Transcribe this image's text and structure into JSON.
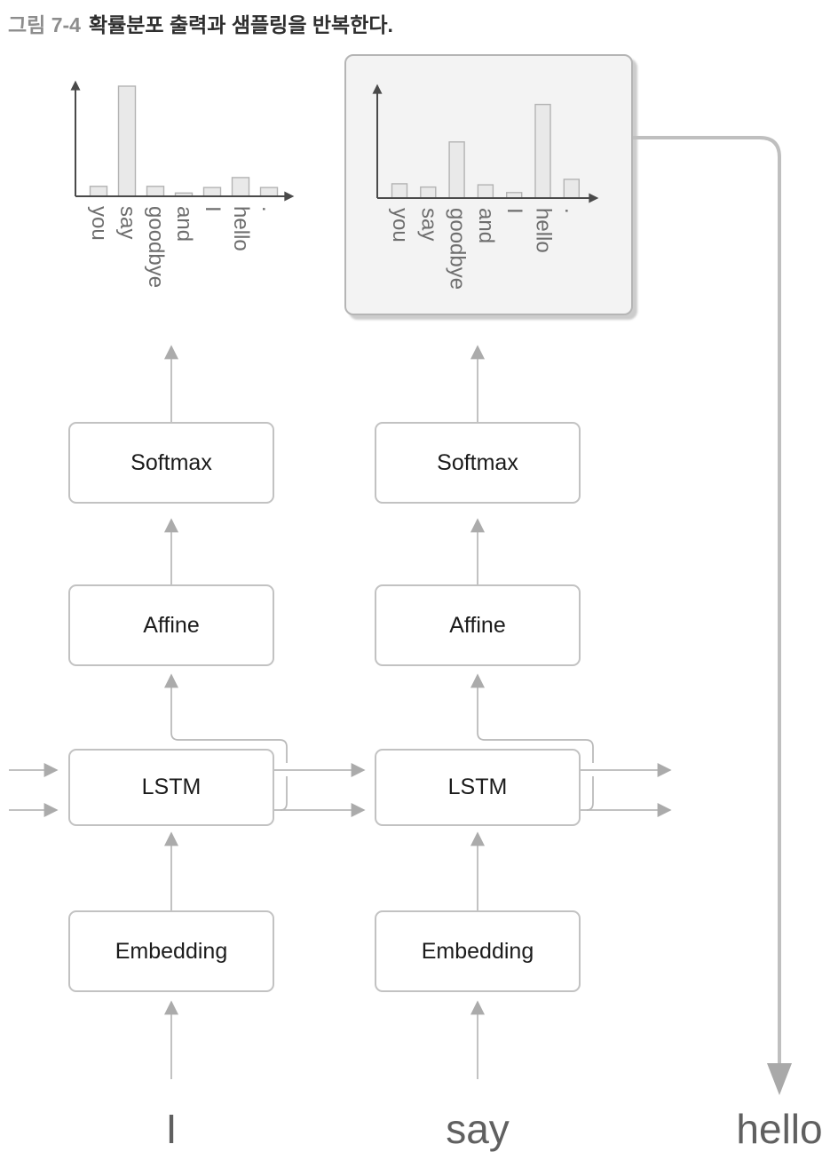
{
  "figure": {
    "label": "그림 7-4",
    "caption": "확률분포 출력과 샘플링을 반복한다."
  },
  "model": {
    "layer_labels": {
      "softmax": "Softmax",
      "affine": "Affine",
      "lstm": "LSTM",
      "embedding": "Embedding"
    },
    "inputs": [
      "I",
      "say"
    ],
    "sampled_output": "hello"
  },
  "chart_data": [
    {
      "type": "bar",
      "categories": [
        "you",
        "say",
        "goodbye",
        "and",
        "I",
        "hello",
        "."
      ],
      "values": [
        0.09,
        1.0,
        0.09,
        0.03,
        0.08,
        0.17,
        0.08
      ],
      "title": "",
      "xlabel": "",
      "ylabel": "",
      "ylim": [
        0,
        1
      ],
      "grid": false,
      "legend": false,
      "tick_label_rotation": 90,
      "framed": false
    },
    {
      "type": "bar",
      "categories": [
        "you",
        "say",
        "goodbye",
        "and",
        "I",
        "hello",
        "."
      ],
      "values": [
        0.13,
        0.1,
        0.51,
        0.12,
        0.05,
        0.85,
        0.17
      ],
      "title": "",
      "xlabel": "",
      "ylabel": "",
      "ylim": [
        0,
        1
      ],
      "grid": false,
      "legend": false,
      "tick_label_rotation": 90,
      "framed": true
    }
  ],
  "colors": {
    "line_gray": "#b8b8b8",
    "arrow_gray": "#ababab",
    "thick_line": "#bfbfbf",
    "big_arrow": "#a9a9a9",
    "box_border": "#c2c2c2",
    "box_text": "#1b1b1b",
    "bar_fill": "#e9e9e9",
    "bar_border": "#b3b3b3",
    "axis": "#4a4a4a",
    "label_gray": "#6e6e6e",
    "panel_fill": "#f3f3f3",
    "panel_border": "#b5b5b5",
    "title_label": "#8d8d8d",
    "title_text": "#2e2e2e",
    "word_gray": "#606060"
  }
}
